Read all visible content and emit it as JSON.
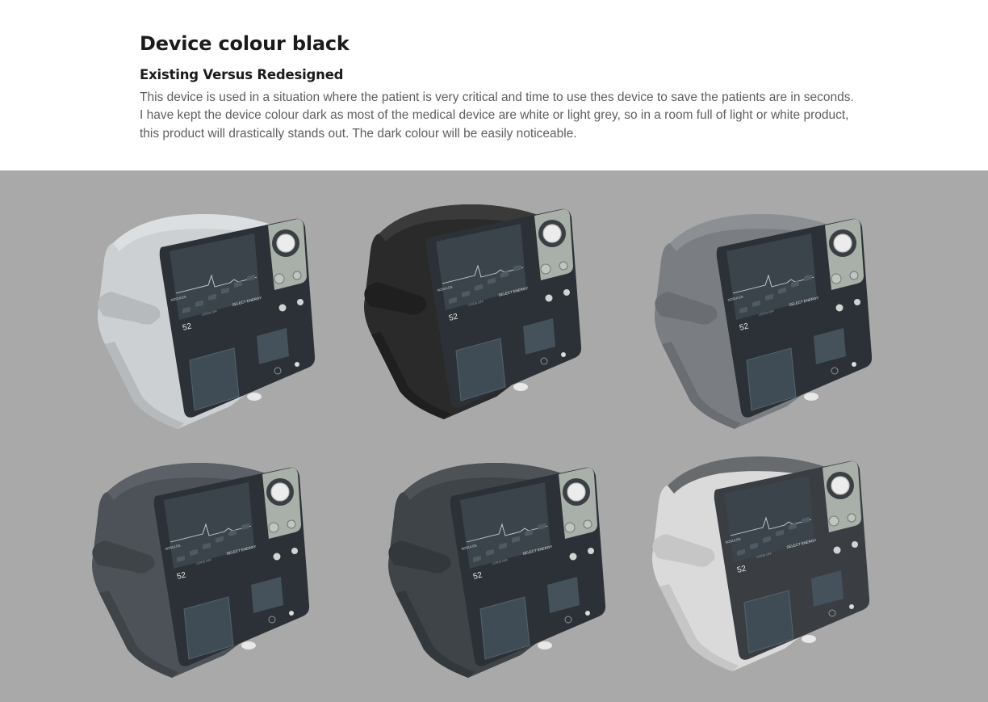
{
  "page": {
    "title": "Device colour black",
    "subtitle": "Existing Versus Redesigned",
    "body_lines": [
      "This device is used in a situation where the patient is very critical and time to use thes device to save the patients are in seconds.",
      "I have kept the device colour dark as most of the medical device are white or light grey, so in a room full of light or white product,",
      "this product will drastically stands out. The dark colour will be easily noticeable."
    ]
  },
  "gallery": {
    "background": "#a9a9a9",
    "devices": [
      {
        "name": "device-variant-white",
        "body": "#cdd0d2",
        "body_side": "#b7babd",
        "body_top": "#dcdfe1",
        "face": "#2b3136"
      },
      {
        "name": "device-variant-black",
        "body": "#2a2a2a",
        "body_side": "#1f1f1f",
        "body_top": "#3a3a3a",
        "face": "#2b3136"
      },
      {
        "name": "device-variant-grey",
        "body": "#7a7e82",
        "body_side": "#6a6e72",
        "body_top": "#8c9094",
        "face": "#2b3136"
      },
      {
        "name": "device-variant-dark-slate",
        "body": "#4c5257",
        "body_side": "#3f4449",
        "body_top": "#5b6166",
        "face": "#2b3136"
      },
      {
        "name": "device-variant-charcoal",
        "body": "#3e4448",
        "body_side": "#33383c",
        "body_top": "#4c5256",
        "face": "#2b3136"
      },
      {
        "name": "device-variant-existing-white",
        "body": "#dadada",
        "body_side": "#c6c6c6",
        "body_top": "#686b6e",
        "face": "#3a3e42"
      }
    ],
    "screen_text": {
      "heart_rate": "52",
      "lead": "NODULES",
      "select_energy": "SELECT ENERGY",
      "leads_off": "LEADS OFF"
    }
  }
}
